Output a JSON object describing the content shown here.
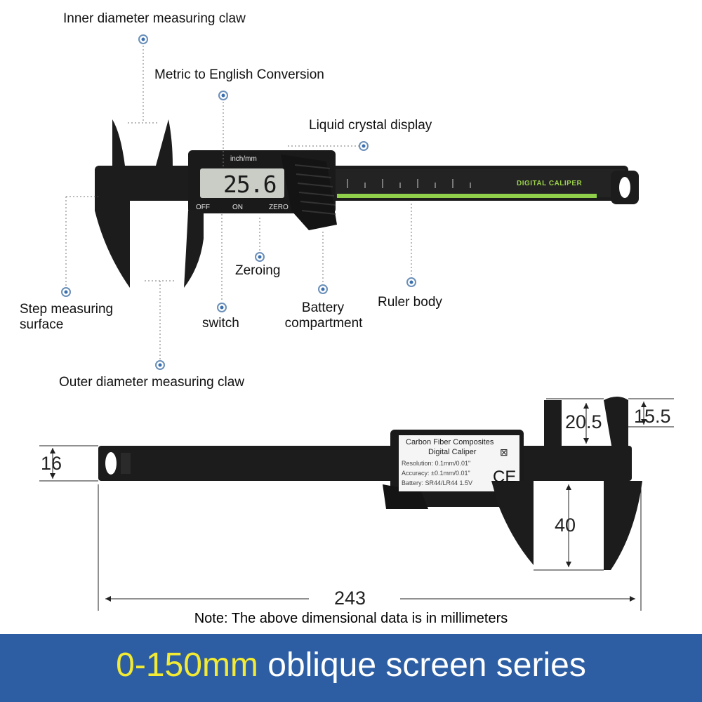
{
  "callouts": {
    "inner_claw": "Inner diameter measuring claw",
    "metric_english": "Metric to English Conversion",
    "lcd": "Liquid crystal display",
    "step_line1": "Step measuring",
    "step_line2": "surface",
    "zeroing": "Zeroing",
    "switch": "switch",
    "battery_line1": "Battery",
    "battery_line2": "compartment",
    "ruler_body": "Ruler body",
    "outer_claw": "Outer diameter measuring claw"
  },
  "caliper_top": {
    "lcd_reading": "25.6",
    "unit_button": "inch/mm",
    "off": "OFF",
    "on": "ON",
    "zero": "ZERO",
    "ruler_text": "DIGITAL CALIPER"
  },
  "spec_label": {
    "title1": "Carbon Fiber Composites",
    "title2": "Digital Caliper",
    "resolution": "Resolution: 0.1mm/0.01\"",
    "accuracy": "Accuracy: ±0.1mm/0.01\"",
    "battery": "Battery: SR44/LR44 1.5V",
    "mark": "CE"
  },
  "dimensions": {
    "height": "16",
    "inner_jaw": "20.5",
    "tip": "15.5",
    "outer_jaw": "40",
    "length": "243"
  },
  "note": "Note: The above dimensional data is in millimeters",
  "banner": {
    "highlight": "0-150mm",
    "rest": " oblique screen series",
    "bg_color": "#2d5ea3",
    "highlight_color": "#f3ea34"
  },
  "colors": {
    "body": "#1f1f1f",
    "ruler_accent": "#8fcf4a",
    "lcd": "#c9cdc6"
  }
}
